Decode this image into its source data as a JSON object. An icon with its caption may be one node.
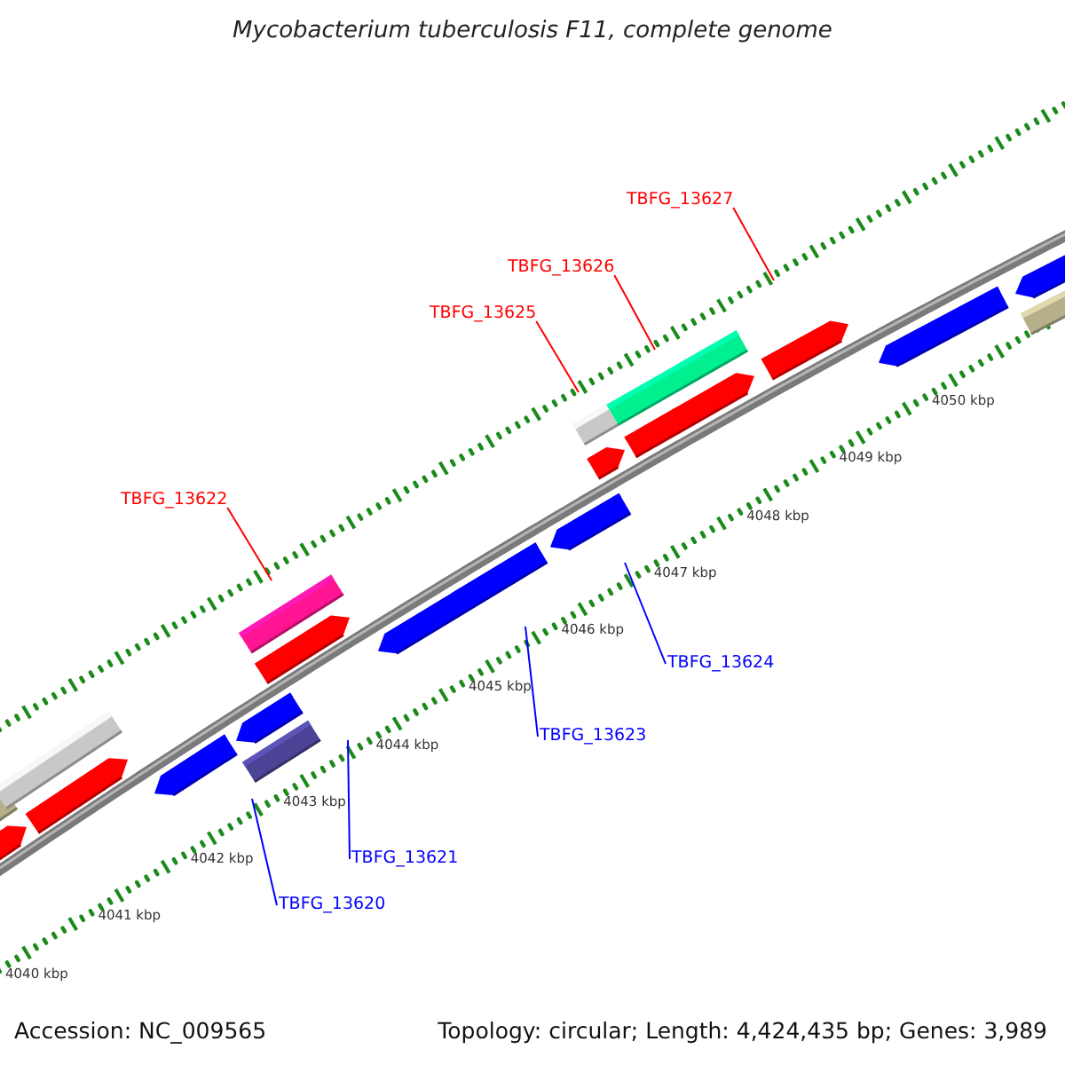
{
  "diagram": {
    "title": "Mycobacterium tuberculosis F11, complete genome",
    "nodes": [
      {
        "text": [
          "TBFG_13627"
        ]
      },
      {
        "text": [
          "TBFG_13626"
        ]
      },
      {
        "text": [
          "TBFG_13625"
        ]
      },
      {
        "text": [
          "TBFG_13622"
        ]
      },
      {
        "text": [
          "TBFG_13624"
        ]
      },
      {
        "text": [
          "TBFG_13623"
        ]
      },
      {
        "text": [
          "TBFG_13621"
        ]
      },
      {
        "text": [
          "TBFG_13620"
        ]
      }
    ],
    "edges": [
      {
        "from": 0,
        "to": null,
        "arrow": "none",
        "color": "#ff0000"
      },
      {
        "from": 1,
        "to": null,
        "arrow": "none",
        "color": "#ff0000"
      },
      {
        "from": 2,
        "to": null,
        "arrow": "none",
        "color": "#ff0000"
      },
      {
        "from": 3,
        "to": null,
        "arrow": "none",
        "color": "#ff0000"
      },
      {
        "from": 4,
        "to": null,
        "arrow": "none",
        "color": "#0000ff"
      },
      {
        "from": 5,
        "to": null,
        "arrow": "none",
        "color": "#0000ff"
      },
      {
        "from": 6,
        "to": null,
        "arrow": "none",
        "color": "#0000ff"
      },
      {
        "from": 7,
        "to": null,
        "arrow": "none",
        "color": "#0000ff"
      }
    ],
    "labels": [
      "4050 kbp",
      "4049 kbp",
      "4048 kbp",
      "4047 kbp",
      "4046 kbp",
      "4045 kbp",
      "4044 kbp",
      "4043 kbp",
      "4042 kbp",
      "4041 kbp",
      "4040 kbp",
      "Accession: NC_009565",
      "Topology: circular; Length: 4,424,435 bp; Genes: 3,989"
    ]
  }
}
